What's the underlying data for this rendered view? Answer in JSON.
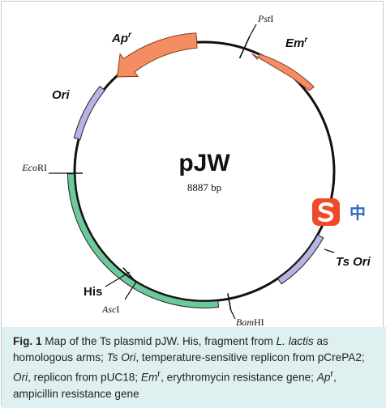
{
  "plasmid": {
    "name": "pJW",
    "size": "8887 bp"
  },
  "features": {
    "apr": {
      "base": "Ap",
      "sup": "r"
    },
    "emr": {
      "base": "Em",
      "sup": "r"
    },
    "ori": "Ori",
    "his": "His",
    "ts_ori": "Ts Ori"
  },
  "restriction_sites": {
    "psti": {
      "italic": "Pst",
      "roman": "I"
    },
    "ecori": {
      "italic": "Eco",
      "roman": "RI"
    },
    "asci": {
      "italic": "Asc",
      "roman": "I"
    },
    "bamhi": {
      "italic": "Bam",
      "roman": "HI"
    }
  },
  "caption": {
    "label": "Fig. 1",
    "t1": "  Map of the Ts plasmid pJW. His, fragment from ",
    "i1": "L. lactis",
    "t2": " as homologous arms; ",
    "i2": "Ts Ori",
    "t3": ", temperature-sensitive replicon from pCrePA2; ",
    "i3": "Ori",
    "t4": ", replicon from pUC18; ",
    "i4": "Em",
    "s4": "r",
    "t5": ", erythromycin resistance gene; ",
    "i5": "Ap",
    "s5": "r",
    "t6": ", ampicillin resistance gene"
  },
  "colors": {
    "backbone": "#111111",
    "resistance": "#f58d62",
    "ori": "#b6b4e6",
    "his": "#6cc99a",
    "caption_bg": "#dff0f1",
    "logo_red": "#ef4a27",
    "logo_blue": "#2a6cc4"
  },
  "overlay": {
    "logo_char": "中"
  }
}
